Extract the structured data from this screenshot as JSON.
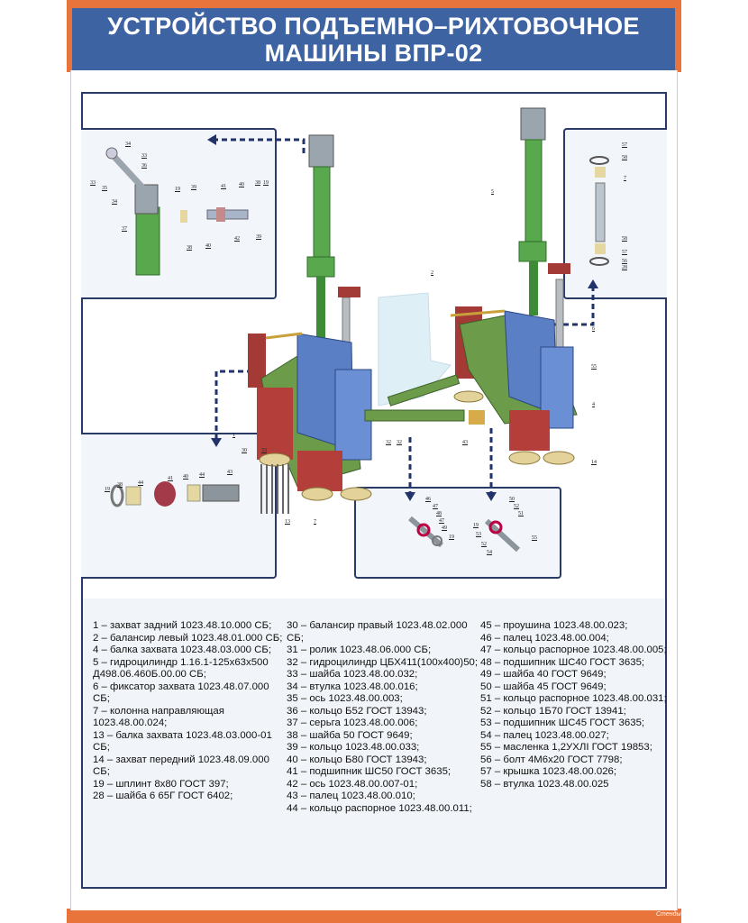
{
  "header": {
    "title_line1": "УСТРОЙСТВО ПОДЪЕМНО–РИХТОВОЧНОЕ",
    "title_line2": "МАШИНЫ ВПР-02"
  },
  "colors": {
    "header_bg": "#3d63a3",
    "accent_orange": "#e8743c",
    "frame": "#2a3a66",
    "cylinder_green": "#5aa84e",
    "frame_blue": "#5b7fc4",
    "part_red": "#a33a35"
  },
  "diagram": {
    "callouts_main": [
      "5",
      "2",
      "6",
      "55",
      "4",
      "14",
      "43",
      "32",
      "32",
      "1",
      "30",
      "33",
      "13",
      "7"
    ],
    "callouts_top_left": [
      "34",
      "33",
      "36",
      "33",
      "35",
      "34",
      "37",
      "19",
      "39",
      "41",
      "40",
      "38",
      "19",
      "38",
      "40",
      "42",
      "39"
    ],
    "callouts_top_right": [
      "57",
      "58",
      "7",
      "58",
      "57",
      "56",
      "28"
    ],
    "callouts_bottom_left": [
      "19",
      "38",
      "44",
      "41",
      "40",
      "44",
      "43"
    ],
    "callouts_bottom_center": [
      "46",
      "47",
      "48",
      "47",
      "49",
      "19",
      "50",
      "52",
      "51",
      "19",
      "53",
      "52",
      "54",
      "55"
    ]
  },
  "legend": {
    "col1": [
      "1 – захват задний 1023.48.10.000 СБ;",
      "2 – балансир левый 1023.48.01.000 СБ;",
      "4 – балка захвата 1023.48.03.000 СБ;",
      "5 – гидроцилиндр 1.16.1-125x63x500 Д498.06.460Б.00.00 СБ;",
      "6 – фиксатор захвата 1023.48.07.000 СБ;",
      "7 – колонна направляющая 1023.48.00.024;",
      "13 – балка захвата 1023.48.03.000-01 СБ;",
      "14 – захват передний 1023.48.09.000 СБ;",
      "19 – шплинт 8x80 ГОСТ 397;",
      "28 – шайба 6 65Г ГОСТ 6402;"
    ],
    "col2": [
      "30 – балансир правый 1023.48.02.000 СБ;",
      "31 – ролик 1023.48.06.000 СБ;",
      "32 – гидроцилиндр ЦБХ411(100x400)50;",
      "33 – шайба 1023.48.00.032;",
      "34 – втулка 1023.48.00.016;",
      "35 – ось 1023.48.00.003;",
      "36 – кольцо Б52 ГОСТ 13943;",
      "37 – серьга 1023.48.00.006;",
      "38 – шайба 50 ГОСТ 9649;",
      "39 – кольцо 1023.48.00.033;",
      "40 – кольцо Б80 ГОСТ 13943;",
      "41 – подшипник ШС50 ГОСТ 3635;",
      "42 – ось 1023.48.00.007-01;",
      "43 – палец 1023.48.00.010;",
      "44 – кольцо распорное 1023.48.00.011;"
    ],
    "col3": [
      "45 – проушина 1023.48.00.023;",
      "46 – палец 1023.48.00.004;",
      "47 – кольцо распорное 1023.48.00.005;",
      "48 – подшипник ШС40 ГОСТ 3635;",
      "49 – шайба 40 ГОСТ 9649;",
      "50 – шайба 45 ГОСТ 9649;",
      "51 – кольцо распорное 1023.48.00.031;",
      "52 – кольцо 1Б70 ГОСТ 13941;",
      "53 – подшипник ШС45 ГОСТ 3635;",
      "54 – палец 1023.48.00.027;",
      "55 – масленка 1,2УХЛI ГОСТ 19853;",
      "56 – болт 4М6x20 ГОСТ 7798;",
      "57 – крышка 1023.48.00.026;",
      "58 – втулка 1023.48.00.025"
    ]
  },
  "footer": {
    "logo_text": "Стенды"
  }
}
